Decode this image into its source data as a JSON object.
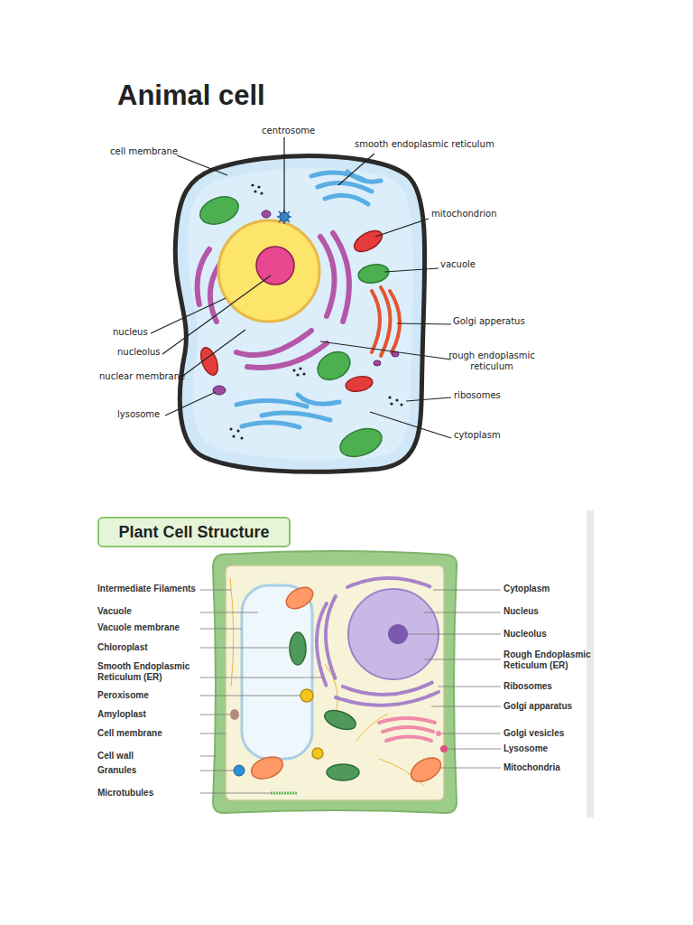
{
  "diagram": {
    "title": "Animal cell",
    "nodes": [
      {
        "text": [
          "Plant Cell Structure"
        ]
      }
    ],
    "labels": [
      "centrosome",
      "cell membrane",
      "smooth endoplasmic reticulum",
      "mitochondrion",
      "vacuole",
      "Golgi apperatus",
      "rough endoplasmic reticulum",
      "ribosomes",
      "cytoplasm",
      "nucleus",
      "nucleolus",
      "nuclear membrane",
      "lysosome",
      "Intermediate Filaments",
      "Vacuole",
      "Vacuole membrane",
      "Chloroplast",
      "Smooth Endoplasmic Reticulum (ER)",
      "Peroxisome",
      "Amyloplast",
      "Cell membrane",
      "Cell wall",
      "Granules",
      "Microtubules",
      "Cytoplasm",
      "Nucleus",
      "Nucleolus",
      "Rough Endoplasmic Reticulum (ER)",
      "Ribosomes",
      "Golgi apparatus",
      "Golgi vesicles",
      "Lysosome",
      "Mitochondria"
    ]
  }
}
